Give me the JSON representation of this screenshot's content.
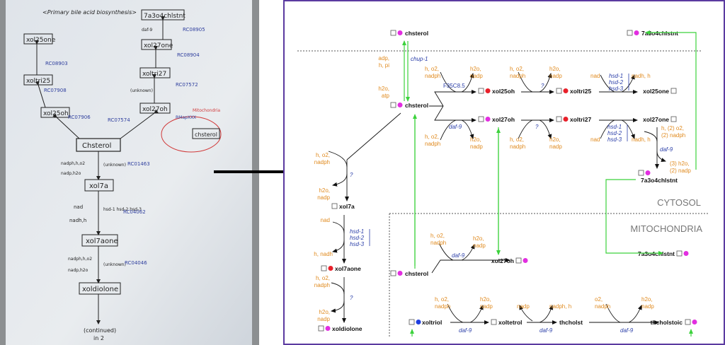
{
  "sketch": {
    "title": "<Primary bile acid biosynthesis>",
    "nodes": {
      "7a3o4chlstnt": "7a3o4chlstnt",
      "xol27one": "xol27one",
      "xoltri27": "xoltri27",
      "xol27oh": "xol27oh",
      "xol25one": "xol25one",
      "xoltri25": "xoltri25",
      "xol25oh": "xol25oh",
      "chsterol": "Chsterol",
      "chsterol2": "chsterol",
      "xol7a": "xol7a",
      "xol7aone": "xol7aone",
      "xoldiolone": "xoldiolone"
    },
    "labels": {
      "rc01": "RC08905",
      "rc02": "RC08904",
      "rc03": "RC07572",
      "rc04": "RC08903",
      "rc05": "RC07574",
      "rc06": "RC07908",
      "rc07": "RC07906",
      "rc08": "RC01463",
      "rc09": "RC04062",
      "rc10": "RC04046",
      "rc11": "RMapXXX",
      "mito": "Mitochondria",
      "unknown1": "(unknown)",
      "unknown2": "(unknown)",
      "unknown3": "(unknown)",
      "nadph_h_o2": "nadph,h,o2",
      "nadp_h2o": "nadp,h2o",
      "nad": "nad",
      "nadh_h": "nadh,h",
      "hsd": "hsd-1\nhsd-2\nhsd-3",
      "continued": "(continued)",
      "in2": "in 2",
      "daf9": "daf-9"
    }
  },
  "diagram": {
    "compartments": {
      "cytosol": "CYTOSOL",
      "mitochondria": "MITOCHONDRIA"
    },
    "metabolites": {
      "chsterol_top": "chsterol",
      "chsterol_mid": "chsterol",
      "chsterol_mito": "chsterol",
      "a7a3o4_top": "7a3o4chlstnt",
      "a7a3o4_mid": "7a3o4chlstnt",
      "a7a3o4_mito": "7a3o4chlstnt",
      "xol25oh": "xol25oh",
      "xoltri25": "xoltri25",
      "xol25one": "xol25one",
      "xol27oh": "xol27oh",
      "xoltri27": "xoltri27",
      "xol27one": "xol27one",
      "xol27oh_mito": "xol27oh",
      "xol7a": "xol7a",
      "xol7aone": "xol7aone",
      "xoldiolone": "xoldiolone",
      "xoltriol": "xoltriol",
      "xoltetrol": "xoltetrol",
      "thcholst": "thcholst",
      "thcholstoic": "thcholstoic"
    },
    "cofactors": {
      "adp_hpi": [
        "adp,",
        "h, pi"
      ],
      "h2o_atp": [
        "h2o,",
        "atp"
      ],
      "h_o2_nadph": [
        "h, o2,",
        "nadph"
      ],
      "h2o_nadp": [
        "h2o,",
        "nadp"
      ],
      "nad": "nad",
      "nadh_h": "nadh, h",
      "h_o2_nadph_2": [
        "h, (2) o2,",
        "(2) nadph"
      ],
      "h2o3_nadp2": [
        "(3) h2o,",
        "(2) nadp"
      ],
      "h_nadh": "h, nadh",
      "nadp": "nadp",
      "nadph_h": "nadph, h",
      "o2_nadph": [
        "o2,",
        "nadph"
      ]
    },
    "enzymes": {
      "chup1": "chup-1",
      "f35c8": "F35C8.5",
      "unknown": "?",
      "daf9": "daf-9",
      "hsd1": "hsd-1",
      "hsd2": "hsd-2",
      "hsd3": "hsd-3"
    },
    "colors": {
      "frame": "#5b3aa0",
      "cofactor": "#e08a1e",
      "enzyme": "#2a3ea8",
      "green_arrow": "#3cd23c",
      "dot_magenta": "#e22ee0",
      "dot_red": "#e8202a",
      "dot_blue": "#1f3fe0",
      "compartment_label": "#777777"
    }
  }
}
